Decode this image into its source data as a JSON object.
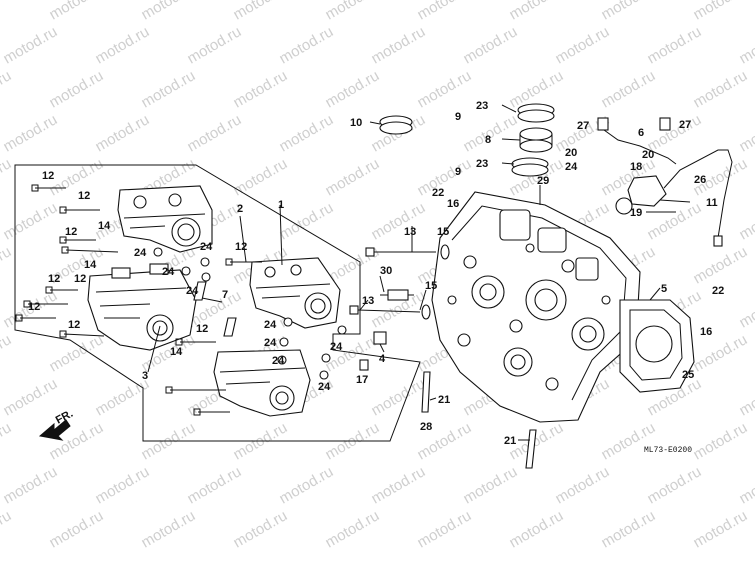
{
  "diagram": {
    "code": "ML73-E0200",
    "direction_label": "FR.",
    "watermark": "motod.ru",
    "callouts": {
      "c1": "1",
      "c2": "2",
      "c3": "3",
      "c4": "4",
      "c5": "5",
      "c6": "6",
      "c7": "7",
      "c8": "8",
      "c9a": "9",
      "c9b": "9",
      "c10": "10",
      "c11": "11",
      "c12a": "12",
      "c12b": "12",
      "c12c": "12",
      "c12d": "12",
      "c12e": "12",
      "c12f": "12",
      "c12g": "12",
      "c12h": "12",
      "c12i": "12",
      "c13a": "13",
      "c13b": "13",
      "c14a": "14",
      "c14b": "14",
      "c14c": "14",
      "c15a": "15",
      "c15b": "15",
      "c16a": "16",
      "c16b": "16",
      "c17": "17",
      "c18": "18",
      "c19": "19",
      "c20a": "20",
      "c20b": "20",
      "c21a": "21",
      "c21b": "21",
      "c22a": "22",
      "c22b": "22",
      "c23a": "23",
      "c23b": "23",
      "c24a": "24",
      "c24b": "24",
      "c24c": "24",
      "c24d": "24",
      "c24e": "24",
      "c24f": "24",
      "c24g": "24",
      "c24h": "24",
      "c24i": "24",
      "c24j": "24",
      "c25": "25",
      "c26": "26",
      "c27a": "27",
      "c27b": "27",
      "c28": "28",
      "c29": "29",
      "c30": "30"
    }
  }
}
